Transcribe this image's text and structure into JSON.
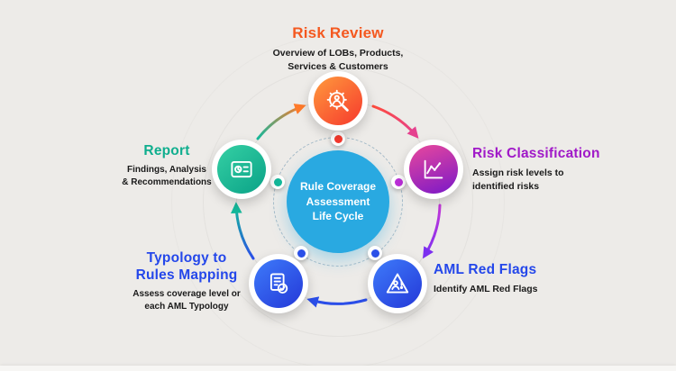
{
  "diagram_title": "Rule Coverage Assessment Life Cycle",
  "center": {
    "label": "Rule Coverage\nAssessment\nLife Cycle",
    "bg_color": "#29a9e1",
    "text_color": "#ffffff"
  },
  "stages": [
    {
      "title": "Risk Review",
      "desc": "Overview of LOBs, Products,\nServices & Customers",
      "title_color": "#f4581f",
      "gradient": [
        "#ff9a3d",
        "#f6392d"
      ],
      "icon": "gear-magnifier-person-icon",
      "dot_color": "#f6392d",
      "position": "top"
    },
    {
      "title": "Risk Classification",
      "desc": "Assign risk levels to\nidentified risks",
      "title_color": "#a019c8",
      "gradient": [
        "#e9489c",
        "#7a18c8"
      ],
      "icon": "line-chart-icon",
      "dot_color": "#bb2fd8",
      "position": "right"
    },
    {
      "title": "AML Red Flags",
      "desc": "Identify AML Red Flags",
      "title_color": "#2447ea",
      "gradient": [
        "#3e7bfa",
        "#2438d8"
      ],
      "icon": "warning-triangle-person-icon",
      "dot_color": "#2b50e8",
      "position": "bottom-right"
    },
    {
      "title": "Typology to\nRules Mapping",
      "desc": "Assess coverage level or\neach AML Typology",
      "title_color": "#2447ea",
      "gradient": [
        "#3e7bfa",
        "#2438d8"
      ],
      "icon": "document-checklist-icon",
      "dot_color": "#2b50e8",
      "position": "bottom-left"
    },
    {
      "title": "Report",
      "desc": "Findings, Analysis\n& Recommendations",
      "title_color": "#0fae8e",
      "gradient": [
        "#35d0a4",
        "#0aa287"
      ],
      "icon": "report-card-icon",
      "dot_color": "#14b89a",
      "position": "left"
    }
  ],
  "flow": {
    "direction": "clockwise",
    "arrows": [
      {
        "from": "Report",
        "to": "Risk Review",
        "colors": [
          "#14b89a",
          "#ff7a2a"
        ]
      },
      {
        "from": "Risk Review",
        "to": "Risk Classification",
        "colors": [
          "#ff4b3c",
          "#e5418f"
        ]
      },
      {
        "from": "Risk Classification",
        "to": "AML Red Flags",
        "colors": [
          "#c438d8",
          "#7c2ff0"
        ]
      },
      {
        "from": "AML Red Flags",
        "to": "Typology to Rules Mapping",
        "colors": [
          "#2b4ee8",
          "#2b4ee8"
        ]
      },
      {
        "from": "Typology to Rules Mapping",
        "to": "Report",
        "colors": [
          "#2b4ee8",
          "#14b89a"
        ]
      }
    ]
  },
  "background_color": "#edebe8"
}
